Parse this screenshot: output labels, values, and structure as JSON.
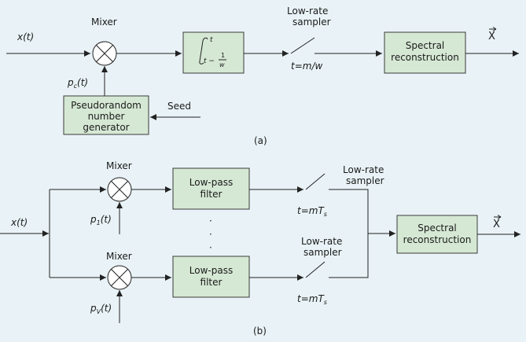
{
  "panel_a": {
    "caption": "(a)",
    "input": "x(t)",
    "mixer": "Mixer",
    "pc": "p",
    "pc_sub": "c",
    "pc_suffix": "(t)",
    "integral_upper": "t",
    "integral_lower": "t −",
    "integral_frac_num": "1",
    "integral_frac_den": "w",
    "sampler_line1": "Low-rate",
    "sampler_line2": "sampler",
    "sample_time": "t=m/w",
    "prng_line1": "Pseudorandom",
    "prng_line2": "number",
    "prng_line3": "generator",
    "seed": "Seed",
    "spectral_line1": "Spectral",
    "spectral_line2": "reconstruction",
    "output": "X"
  },
  "panel_b": {
    "caption": "(b)",
    "input": "x(t)",
    "mixer_top": "Mixer",
    "mixer_bottom": "Mixer",
    "p1": "p",
    "p1_sub": "1",
    "p1_suffix": "(t)",
    "pv": "p",
    "pv_sub": "V",
    "pv_suffix": "(t)",
    "lpf_line1": "Low-pass",
    "lpf_line2": "filter",
    "dots": "·",
    "sampler_line1": "Low-rate",
    "sampler_line2": "sampler",
    "sample_time_t": "t=mT",
    "sample_time_sub": "s",
    "spectral_line1": "Spectral",
    "spectral_line2": "reconstruction",
    "output": "X"
  }
}
